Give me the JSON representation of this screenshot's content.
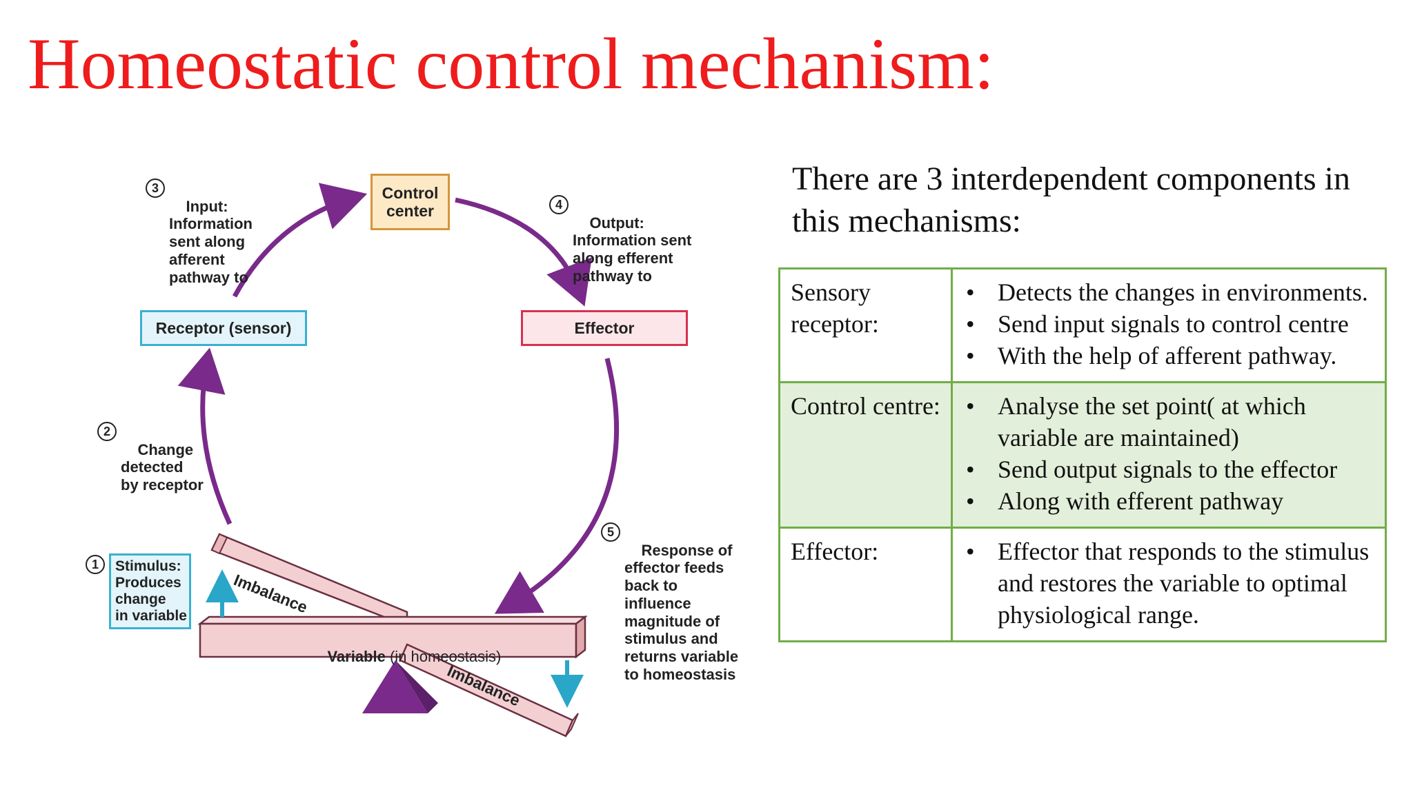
{
  "title": "Homeostatic control mechanism:",
  "diagram": {
    "control_center": "Control\ncenter",
    "receptor": "Receptor (sensor)",
    "effector": "Effector",
    "step1_num": "1",
    "step1": "Stimulus:\nProduces\nchange\nin variable",
    "step2_num": "2",
    "step2": "Change\ndetected\nby receptor",
    "step3_num": "3",
    "step3": "Input:\nInformation\nsent along\nafferent\npathway to",
    "step4_num": "4",
    "step4": "Output:\nInformation sent\nalong efferent\npathway to",
    "step5_num": "5",
    "step5": "Response of\neffector feeds\nback to\ninfluence\nmagnitude of\nstimulus and\nreturns variable\nto homeostasis",
    "imbalance_top": "Imbalance",
    "imbalance_bottom": "Imbalance",
    "variable_bold": "Variable",
    "variable_rest": " (in homeostasis)",
    "colors": {
      "arrow": "#7a2a8a",
      "control_fill": "#fde9c6",
      "control_border": "#d4953a",
      "receptor_fill": "#e3f5fa",
      "receptor_border": "#3ab0d0",
      "effector_fill": "#fde6ea",
      "effector_border": "#d63050",
      "beam_fill": "#f3cfd2",
      "cyan_arrow": "#2aa6c9"
    }
  },
  "intro": "There are 3 interdependent components in this mechanisms:",
  "table": [
    {
      "name": "Sensory receptor:",
      "points": [
        "Detects the changes in environments.",
        "Send input signals to control centre",
        "With the help of afferent pathway."
      ]
    },
    {
      "name": "Control centre:",
      "points": [
        "Analyse the set point( at which variable are maintained)",
        "Send output signals to the effector",
        "Along with efferent pathway"
      ]
    },
    {
      "name": "Effector:",
      "points": [
        "Effector that responds to the stimulus and restores the variable to optimal physiological range."
      ]
    }
  ]
}
